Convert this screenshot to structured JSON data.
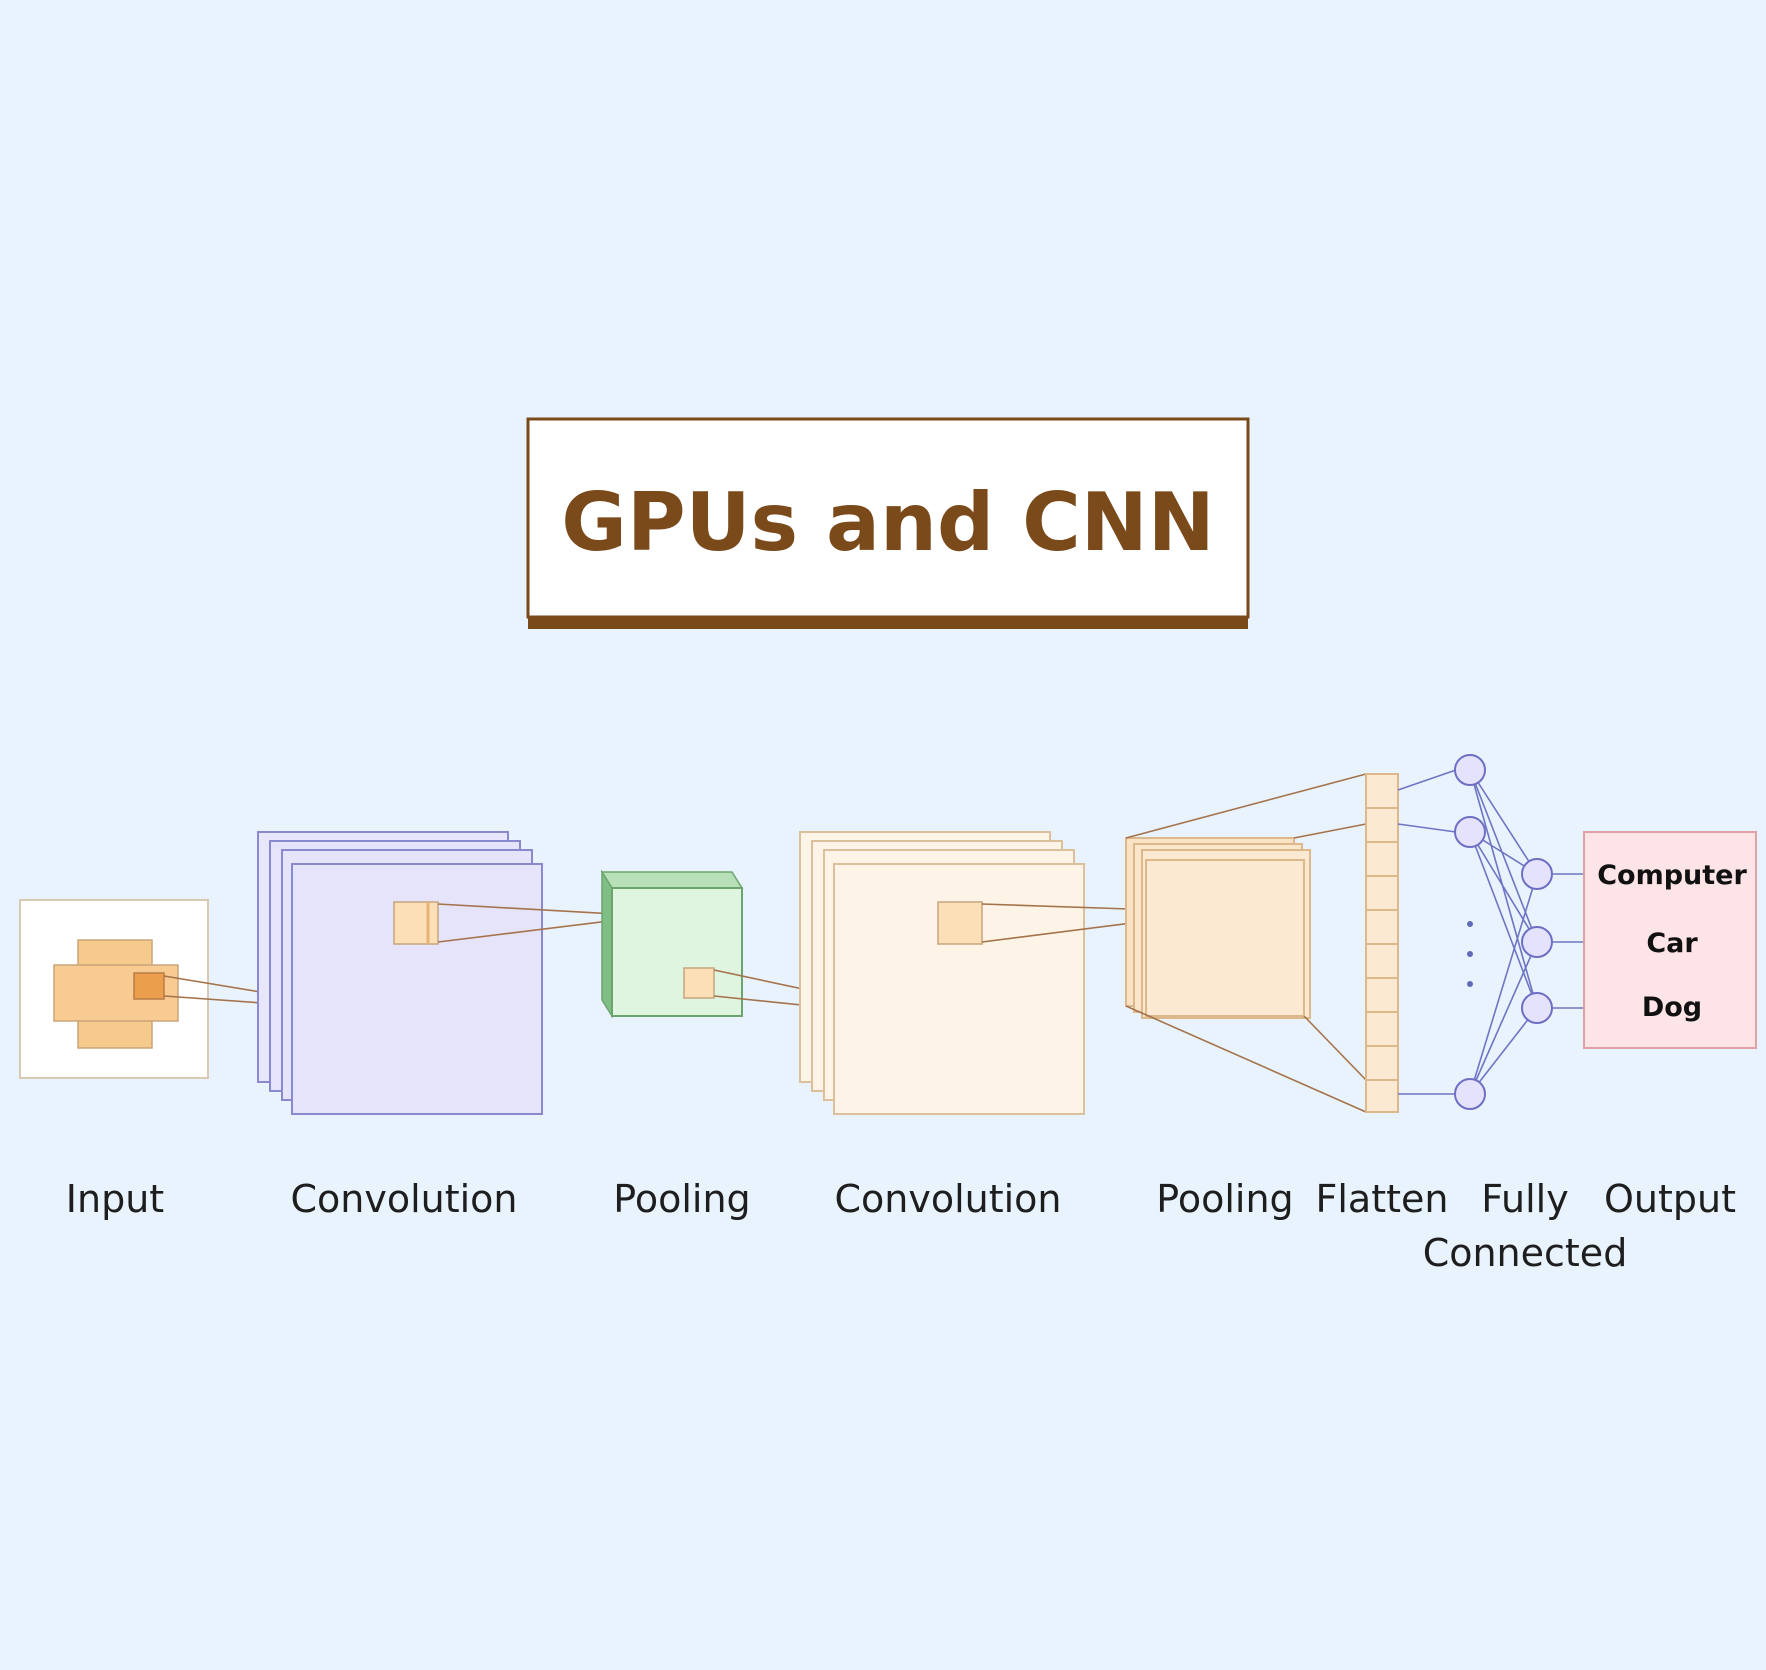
{
  "title": "GPUs and CNN",
  "stages": {
    "input": "Input",
    "convolution_1": "Convolution",
    "pooling_1": "Pooling",
    "convolution_2": "Convolution",
    "pooling_2": "Pooling",
    "flatten": "Flatten",
    "fully_connected_line1": "Fully",
    "fully_connected_line2": "Connected",
    "output": "Output"
  },
  "output_classes": [
    "Computer",
    "Car",
    "Dog"
  ],
  "colors": {
    "background": "#e8f3fe",
    "title_text": "#7a4a1b",
    "title_border": "#7a4a1b",
    "convolution_1": "#e6e4fb",
    "pooling_1": "#dff5e0",
    "convolution_2": "#fdf3e6",
    "pooling_2": "#fbe9d2",
    "output_box": "#fde4e6"
  }
}
